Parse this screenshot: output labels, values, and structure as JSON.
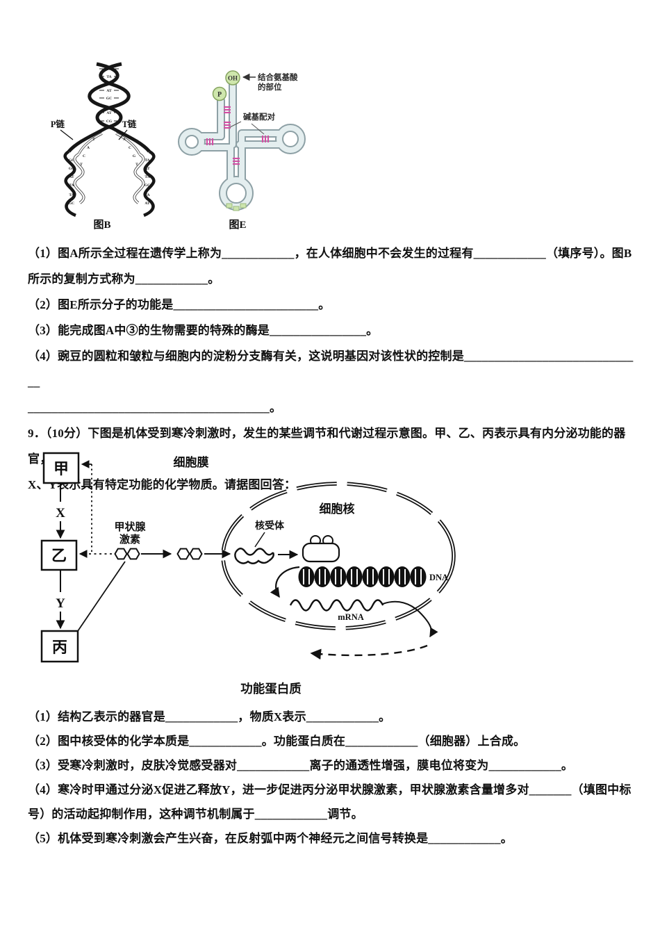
{
  "figures": {
    "figB": {
      "caption": "图B",
      "label_p_chain": "P链",
      "label_t_chain": "T链",
      "top_pairs": [
        "TA",
        "TA",
        "AT",
        "GC",
        "AT",
        "CG"
      ],
      "left_pairs": [
        "GC",
        "GC",
        "AT",
        "TA",
        "TA",
        "GC"
      ],
      "right_pairs": [
        "TA",
        "AT",
        "TA",
        "GC",
        "TA",
        "AT"
      ],
      "fork_left_bases": [
        "T",
        "A",
        "C",
        "T"
      ],
      "fork_right_bases": [
        "A",
        "C",
        "G",
        "T"
      ]
    },
    "figE": {
      "caption": "图E",
      "oh_label": "OH",
      "p_label": "P",
      "amino_site_line1": "结合氨基酸",
      "amino_site_line2": "的部位",
      "base_pairing_label": "碱基配对"
    }
  },
  "question8": {
    "part1_line1": "（1）图A所示全过程在遗传学上称为____________，在人体细胞中不会发生的过程有____________（填序号）。图B",
    "part1_line2": "所示的复制方式称为____________。",
    "part2": "（2）图E所示分子的功能是________________________。",
    "part3": "（3）能完成图A中③的生物需要的特殊的酶是________________。",
    "part4_line1": "（4）豌豆的圆粒和皱粒与细胞内的淀粉分支酶有关，这说明基因对该性状的控制是______________________________",
    "part4_line2": "________________________________________。"
  },
  "question9": {
    "intro_line1": "9．（10分）下图是机体受到寒冷刺激时，发生的某些调节和代谢过程示意图。甲、乙、丙表示具有内分泌功能的器官，",
    "intro_line2": "X、Y表示具有特定功能的化学物质。请据图回答：",
    "diagram": {
      "organ_jia": "甲",
      "organ_yi": "乙",
      "organ_bing": "丙",
      "substance_x": "X",
      "substance_y": "Y",
      "thyroid_hormone_line1": "甲状腺",
      "thyroid_hormone_line2": "激素",
      "cell_membrane": "细胞膜",
      "nucleus": "细胞核",
      "nuclear_receptor": "核受体",
      "dna_label": "DNA",
      "mrna_label": "mRNA",
      "functional_protein": "功能蛋白质"
    },
    "part1": "（1）结构乙表示的器官是____________，物质X表示____________。",
    "part2": "（2）图中核受体的化学本质是____________。功能蛋白质在____________（细胞器）上合成。",
    "part3": "（3）受寒冷刺激时，皮肤冷觉感受器对____________离子的通透性增强，膜电位将变为____________。",
    "part4": "（4）寒冷时甲通过分泌X促进乙释放Y，进一步促进丙分泌甲状腺激素，甲状腺激素含量增多对_______（填图中标号）的活动起抑制作用，这种调节机制属于____________调节。",
    "part5": "（5）机体受到寒冷刺激会产生兴奋，在反射弧中两个神经元之间信号转换是____________。"
  },
  "colors": {
    "ink": "#111111",
    "trna_tube_fill": "#e4eeef",
    "trna_tube_outline": "#8da0a5",
    "base_pair_pink": "#d24fa4",
    "circle_green": "#cfe7ad",
    "circle_green_outline": "#85a35f"
  }
}
